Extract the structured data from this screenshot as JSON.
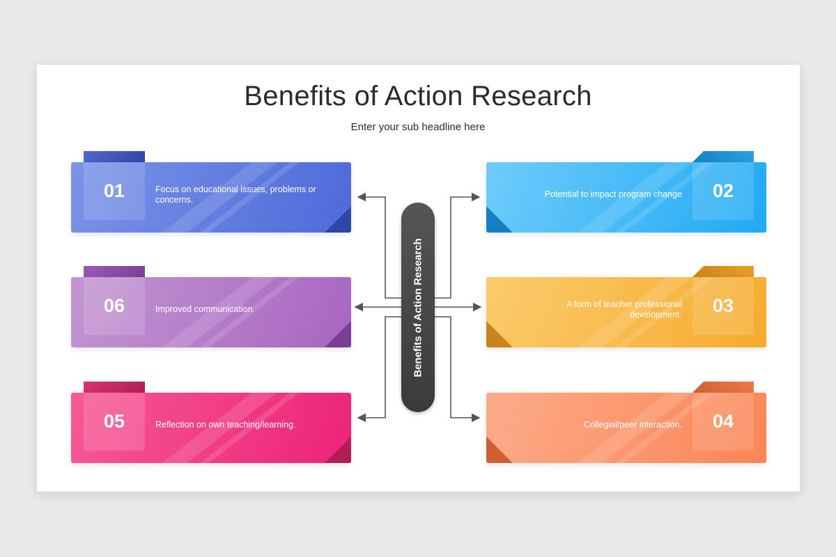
{
  "title": "Benefits of Action Research",
  "subtitle": "Enter your sub headline here",
  "center_label": "Benefits of Action Research",
  "items": [
    {
      "number": "01",
      "text": "Focus on educational issues, problems or concerns.",
      "color": "#5b78e0"
    },
    {
      "number": "02",
      "text": "Potential to impact program change",
      "color": "#33b4f4"
    },
    {
      "number": "03",
      "text": "A form of teacher professional development.",
      "color": "#f7b13a"
    },
    {
      "number": "04",
      "text": "Collegial/peer interaction.",
      "color": "#fb8e62"
    },
    {
      "number": "05",
      "text": "Reflection on own teaching/learning.",
      "color": "#f0347c"
    },
    {
      "number": "06",
      "text": "Improved communication.",
      "color": "#ae6fc4"
    }
  ]
}
